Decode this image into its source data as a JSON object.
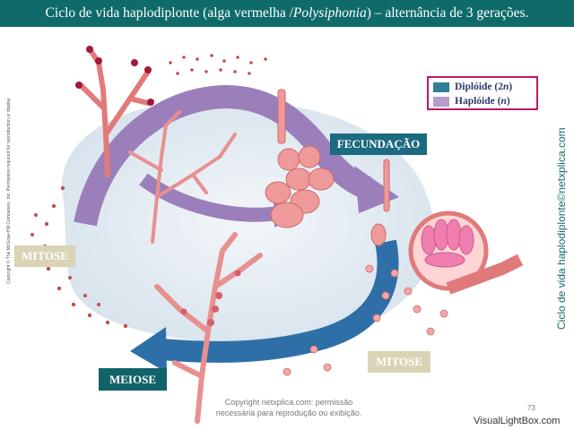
{
  "title": {
    "prefix": "Ciclo de vida haplodiplonte (alga vermelha / ",
    "italic": "Polysiphonia",
    "suffix": ") – alternância de 3 gerações."
  },
  "legend": {
    "diploid_label": "Diplóide (2",
    "diploid_italic": "n",
    "diploid_close": ")",
    "diploid_color": "#2f7f96",
    "haploid_label": "Haplóide (",
    "haploid_italic": "n",
    "haploid_close": ")",
    "haploid_color": "#b59ccc"
  },
  "stages": {
    "fecundacao": "FECUNDAÇÃO",
    "mitose_left": "MITOSE",
    "mitose_right": "MITOSE",
    "meiose": "MEIOSE"
  },
  "credits": {
    "side": "Ciclo de vida haplodiplonte©netxplica.com",
    "copyright_left": "Copyright © The McGraw-Hill Companies, Inc. Permission required for reproduction or display.",
    "copyright_bottom_line1": "Copyright netxplica.com: permissão",
    "copyright_bottom_line2": "necessária para reprodução ou exibição.",
    "page_number": "73",
    "watermark": "VisualLightBox.com"
  },
  "colors": {
    "title_bg": "#0f6b69",
    "haploid_arrow": "#9b7fba",
    "diploid_arrow": "#2f6fa8",
    "alga": "#e98c8c",
    "spore": "#c0504a",
    "background_blob": "#dde7ef"
  }
}
